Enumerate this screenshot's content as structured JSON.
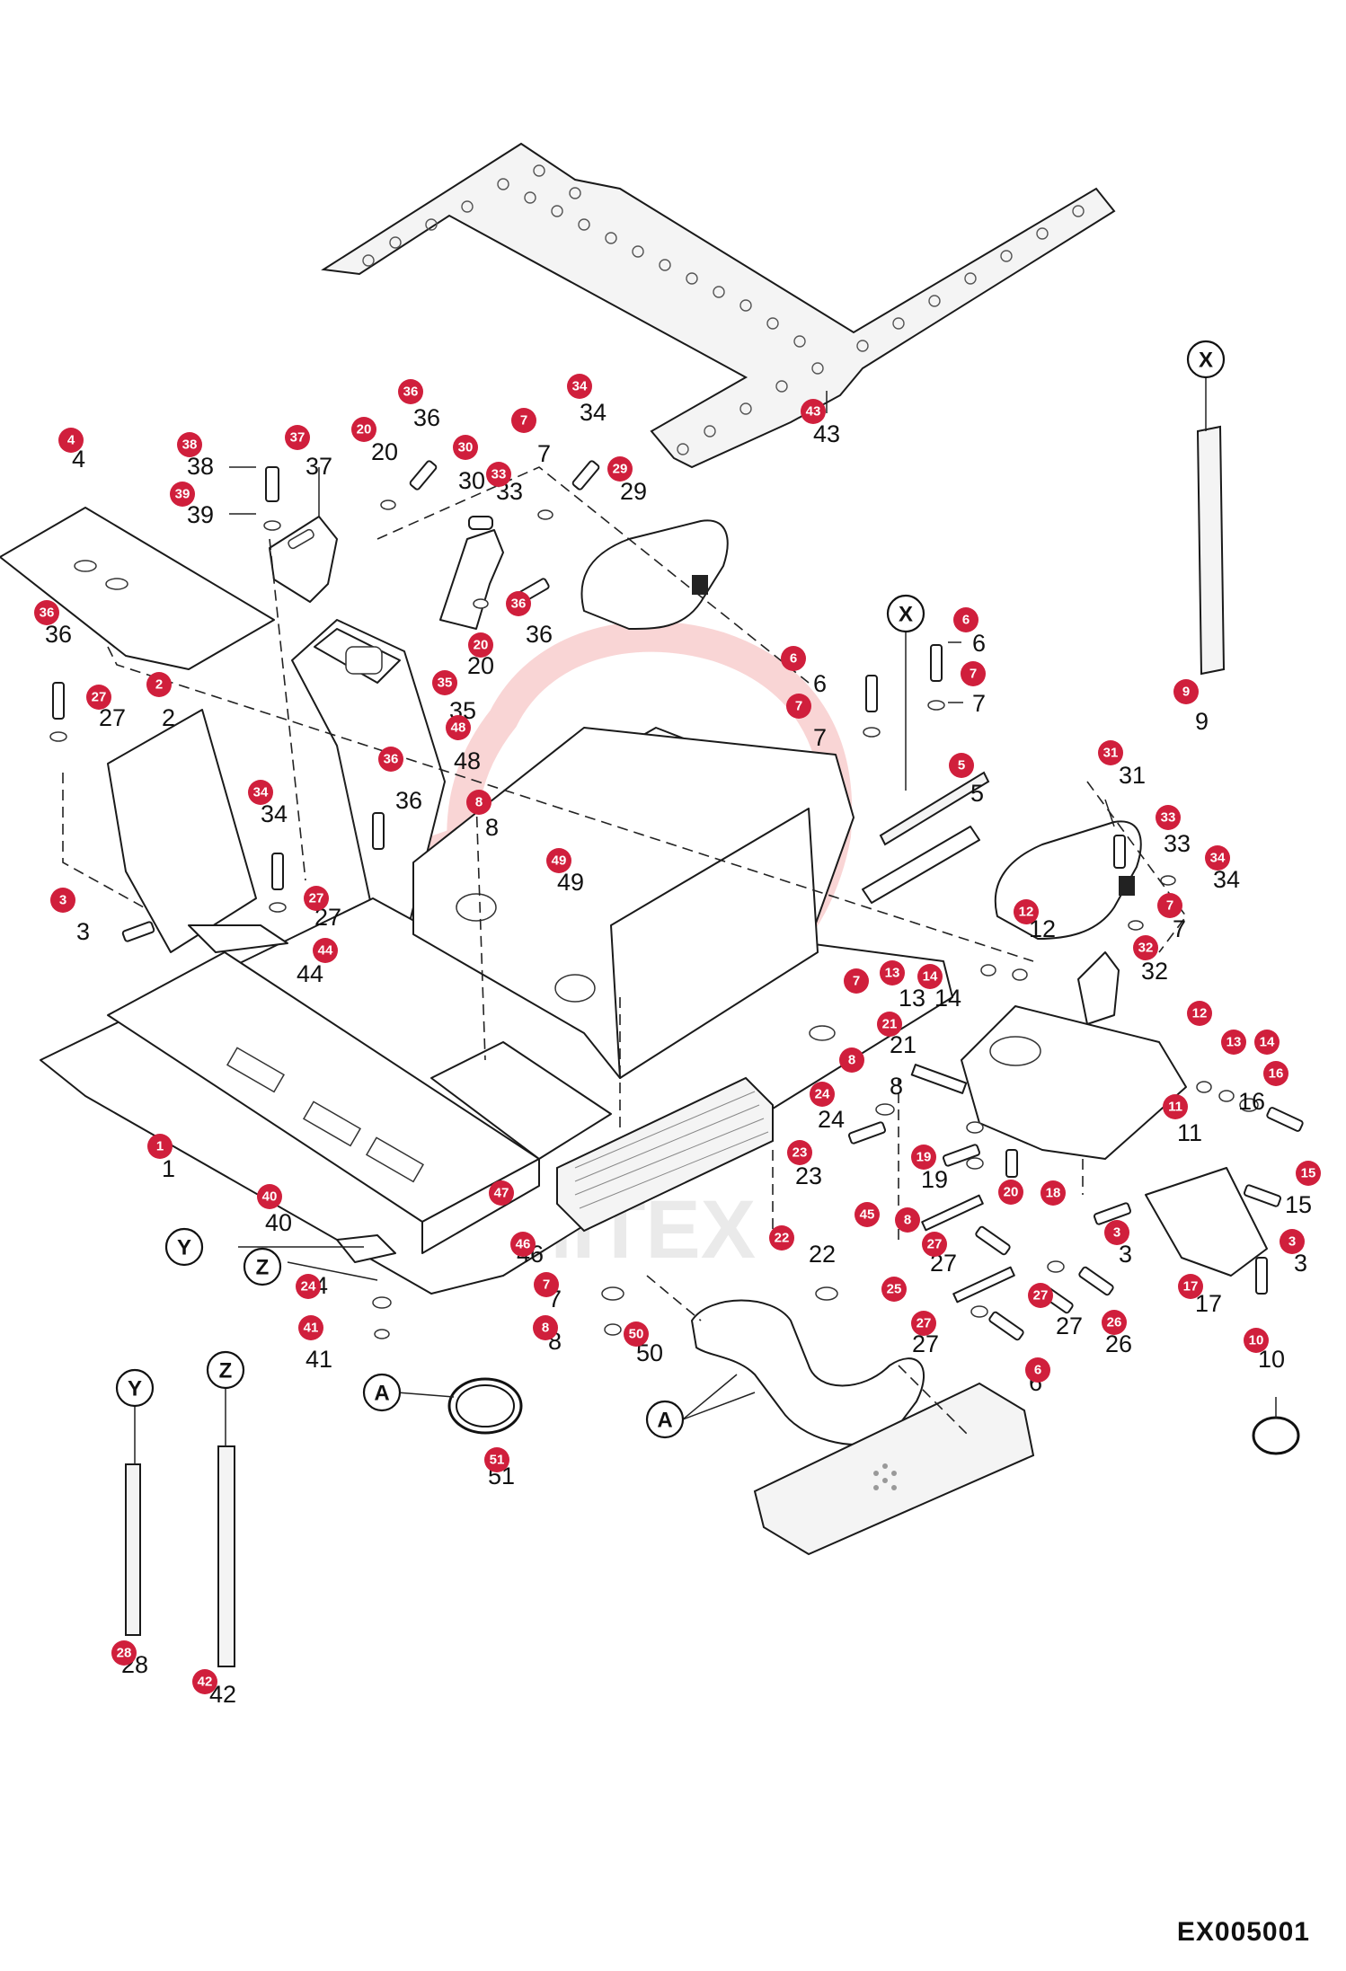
{
  "drawing_number": "EX005001",
  "watermark": "MITEX",
  "callouts": [
    {
      "id": "b43",
      "label": "43"
    },
    {
      "id": "b4",
      "label": "4"
    },
    {
      "id": "b38",
      "label": "38"
    },
    {
      "id": "b37",
      "label": "37"
    },
    {
      "id": "b39",
      "label": "39"
    },
    {
      "id": "b20a",
      "label": "20"
    },
    {
      "id": "b36a",
      "label": "36"
    },
    {
      "id": "b30",
      "label": "30"
    },
    {
      "id": "b33a",
      "label": "33"
    },
    {
      "id": "b7a",
      "label": "7"
    },
    {
      "id": "b34a",
      "label": "34"
    },
    {
      "id": "b29",
      "label": "29"
    },
    {
      "id": "b36b",
      "label": "36"
    },
    {
      "id": "b20b",
      "label": "20"
    },
    {
      "id": "b35",
      "label": "35"
    },
    {
      "id": "b48",
      "label": "48"
    },
    {
      "id": "b36c",
      "label": "36"
    },
    {
      "id": "b27a",
      "label": "27"
    },
    {
      "id": "b2",
      "label": "2"
    },
    {
      "id": "b36d",
      "label": "36"
    },
    {
      "id": "b34b",
      "label": "34"
    },
    {
      "id": "b27b",
      "label": "27"
    },
    {
      "id": "b3a",
      "label": "3"
    },
    {
      "id": "b44",
      "label": "44"
    },
    {
      "id": "b8a",
      "label": "8"
    },
    {
      "id": "b49",
      "label": "49"
    },
    {
      "id": "b6a",
      "label": "6"
    },
    {
      "id": "b7b",
      "label": "7"
    },
    {
      "id": "b6b",
      "label": "6"
    },
    {
      "id": "b7c",
      "label": "7"
    },
    {
      "id": "b5",
      "label": "5"
    },
    {
      "id": "b9",
      "label": "9"
    },
    {
      "id": "b31",
      "label": "31"
    },
    {
      "id": "b33b",
      "label": "33"
    },
    {
      "id": "b34c",
      "label": "34"
    },
    {
      "id": "b12a",
      "label": "12"
    },
    {
      "id": "b7d",
      "label": "7"
    },
    {
      "id": "b32",
      "label": "32"
    },
    {
      "id": "b7e",
      "label": "7"
    },
    {
      "id": "b13a",
      "label": "13"
    },
    {
      "id": "b14a",
      "label": "14"
    },
    {
      "id": "b21",
      "label": "21"
    },
    {
      "id": "b8b",
      "label": "8"
    },
    {
      "id": "b24a",
      "label": "24"
    },
    {
      "id": "b12b",
      "label": "12"
    },
    {
      "id": "b13b",
      "label": "13"
    },
    {
      "id": "b14b",
      "label": "14"
    },
    {
      "id": "b16",
      "label": "16"
    },
    {
      "id": "b11",
      "label": "11"
    },
    {
      "id": "b15",
      "label": "15"
    },
    {
      "id": "b1",
      "label": "1"
    },
    {
      "id": "b23",
      "label": "23"
    },
    {
      "id": "b19",
      "label": "19"
    },
    {
      "id": "b20c",
      "label": "20"
    },
    {
      "id": "b18",
      "label": "18"
    },
    {
      "id": "b47",
      "label": "47"
    },
    {
      "id": "b40",
      "label": "40"
    },
    {
      "id": "b45",
      "label": "45"
    },
    {
      "id": "b8c",
      "label": "8"
    },
    {
      "id": "b22",
      "label": "22"
    },
    {
      "id": "b27c",
      "label": "27"
    },
    {
      "id": "b3b",
      "label": "3"
    },
    {
      "id": "b3c",
      "label": "3"
    },
    {
      "id": "b46",
      "label": "46"
    },
    {
      "id": "b24b",
      "label": "24"
    },
    {
      "id": "b7f",
      "label": "7"
    },
    {
      "id": "b17",
      "label": "17"
    },
    {
      "id": "b25",
      "label": "25"
    },
    {
      "id": "b27d",
      "label": "27"
    },
    {
      "id": "b27e",
      "label": "27"
    },
    {
      "id": "b26",
      "label": "26"
    },
    {
      "id": "b41",
      "label": "41"
    },
    {
      "id": "b8d",
      "label": "8"
    },
    {
      "id": "b50",
      "label": "50"
    },
    {
      "id": "b10",
      "label": "10"
    },
    {
      "id": "b6c",
      "label": "6"
    },
    {
      "id": "b51",
      "label": "51"
    },
    {
      "id": "b28",
      "label": "28"
    },
    {
      "id": "b42",
      "label": "42"
    }
  ],
  "part_numbers": [
    {
      "id": "n43",
      "label": "43"
    },
    {
      "id": "n4",
      "label": "4"
    },
    {
      "id": "n38",
      "label": "38"
    },
    {
      "id": "n37",
      "label": "37"
    },
    {
      "id": "n39",
      "label": "39"
    },
    {
      "id": "n20a",
      "label": "20"
    },
    {
      "id": "n36a",
      "label": "36"
    },
    {
      "id": "n30",
      "label": "30"
    },
    {
      "id": "n33a",
      "label": "33"
    },
    {
      "id": "n7a",
      "label": "7"
    },
    {
      "id": "n34a",
      "label": "34"
    },
    {
      "id": "n29",
      "label": "29"
    },
    {
      "id": "n36b",
      "label": "36"
    },
    {
      "id": "n20b",
      "label": "20"
    },
    {
      "id": "n35",
      "label": "35"
    },
    {
      "id": "n48",
      "label": "48"
    },
    {
      "id": "n36c",
      "label": "36"
    },
    {
      "id": "n27a",
      "label": "27"
    },
    {
      "id": "n2",
      "label": "2"
    },
    {
      "id": "n36d",
      "label": "36"
    },
    {
      "id": "n34b",
      "label": "34"
    },
    {
      "id": "n27b",
      "label": "27"
    },
    {
      "id": "n3a",
      "label": "3"
    },
    {
      "id": "n44",
      "label": "44"
    },
    {
      "id": "n8a",
      "label": "8"
    },
    {
      "id": "n49",
      "label": "49"
    },
    {
      "id": "n6a",
      "label": "6"
    },
    {
      "id": "n7b",
      "label": "7"
    },
    {
      "id": "n6b",
      "label": "6"
    },
    {
      "id": "n7c",
      "label": "7"
    },
    {
      "id": "n5",
      "label": "5"
    },
    {
      "id": "n9",
      "label": "9"
    },
    {
      "id": "n31",
      "label": "31"
    },
    {
      "id": "n33b",
      "label": "33"
    },
    {
      "id": "n34c",
      "label": "34"
    },
    {
      "id": "n12a",
      "label": "12"
    },
    {
      "id": "n7d",
      "label": "7"
    },
    {
      "id": "n32",
      "label": "32"
    },
    {
      "id": "n13a",
      "label": "13"
    },
    {
      "id": "n14a",
      "label": "14"
    },
    {
      "id": "n21",
      "label": "21"
    },
    {
      "id": "n8b",
      "label": "8"
    },
    {
      "id": "n24a",
      "label": "24"
    },
    {
      "id": "n16",
      "label": "16"
    },
    {
      "id": "n11",
      "label": "11"
    },
    {
      "id": "n15",
      "label": "15"
    },
    {
      "id": "n1",
      "label": "1"
    },
    {
      "id": "n23",
      "label": "23"
    },
    {
      "id": "n19",
      "label": "19"
    },
    {
      "id": "n40",
      "label": "40"
    },
    {
      "id": "n22",
      "label": "22"
    },
    {
      "id": "n27c",
      "label": "27"
    },
    {
      "id": "n3b",
      "label": "3"
    },
    {
      "id": "n3c",
      "label": "3"
    },
    {
      "id": "n24b",
      "label": "24"
    },
    {
      "id": "n17",
      "label": "17"
    },
    {
      "id": "n27d",
      "label": "27"
    },
    {
      "id": "n27e",
      "label": "27"
    },
    {
      "id": "n26",
      "label": "26"
    },
    {
      "id": "n41",
      "label": "41"
    },
    {
      "id": "n10",
      "label": "10"
    },
    {
      "id": "n6c",
      "label": "6"
    },
    {
      "id": "n51",
      "label": "51"
    },
    {
      "id": "n28",
      "label": "28"
    },
    {
      "id": "n42",
      "label": "42"
    },
    {
      "id": "n50",
      "label": "50"
    },
    {
      "id": "n8c",
      "label": "8"
    },
    {
      "id": "n7e",
      "label": "7"
    },
    {
      "id": "n46",
      "label": "46"
    }
  ],
  "reference_marks": [
    {
      "id": "rX1",
      "label": "X"
    },
    {
      "id": "rX2",
      "label": "X"
    },
    {
      "id": "rY1",
      "label": "Y"
    },
    {
      "id": "rY2",
      "label": "Y"
    },
    {
      "id": "rZ1",
      "label": "Z"
    },
    {
      "id": "rZ2",
      "label": "Z"
    },
    {
      "id": "rA1",
      "label": "A"
    },
    {
      "id": "rA2",
      "label": "A"
    }
  ],
  "colors": {
    "callout": "#d01f3c",
    "line": "#1a1a1a",
    "watermark": "#f2b8b8"
  }
}
